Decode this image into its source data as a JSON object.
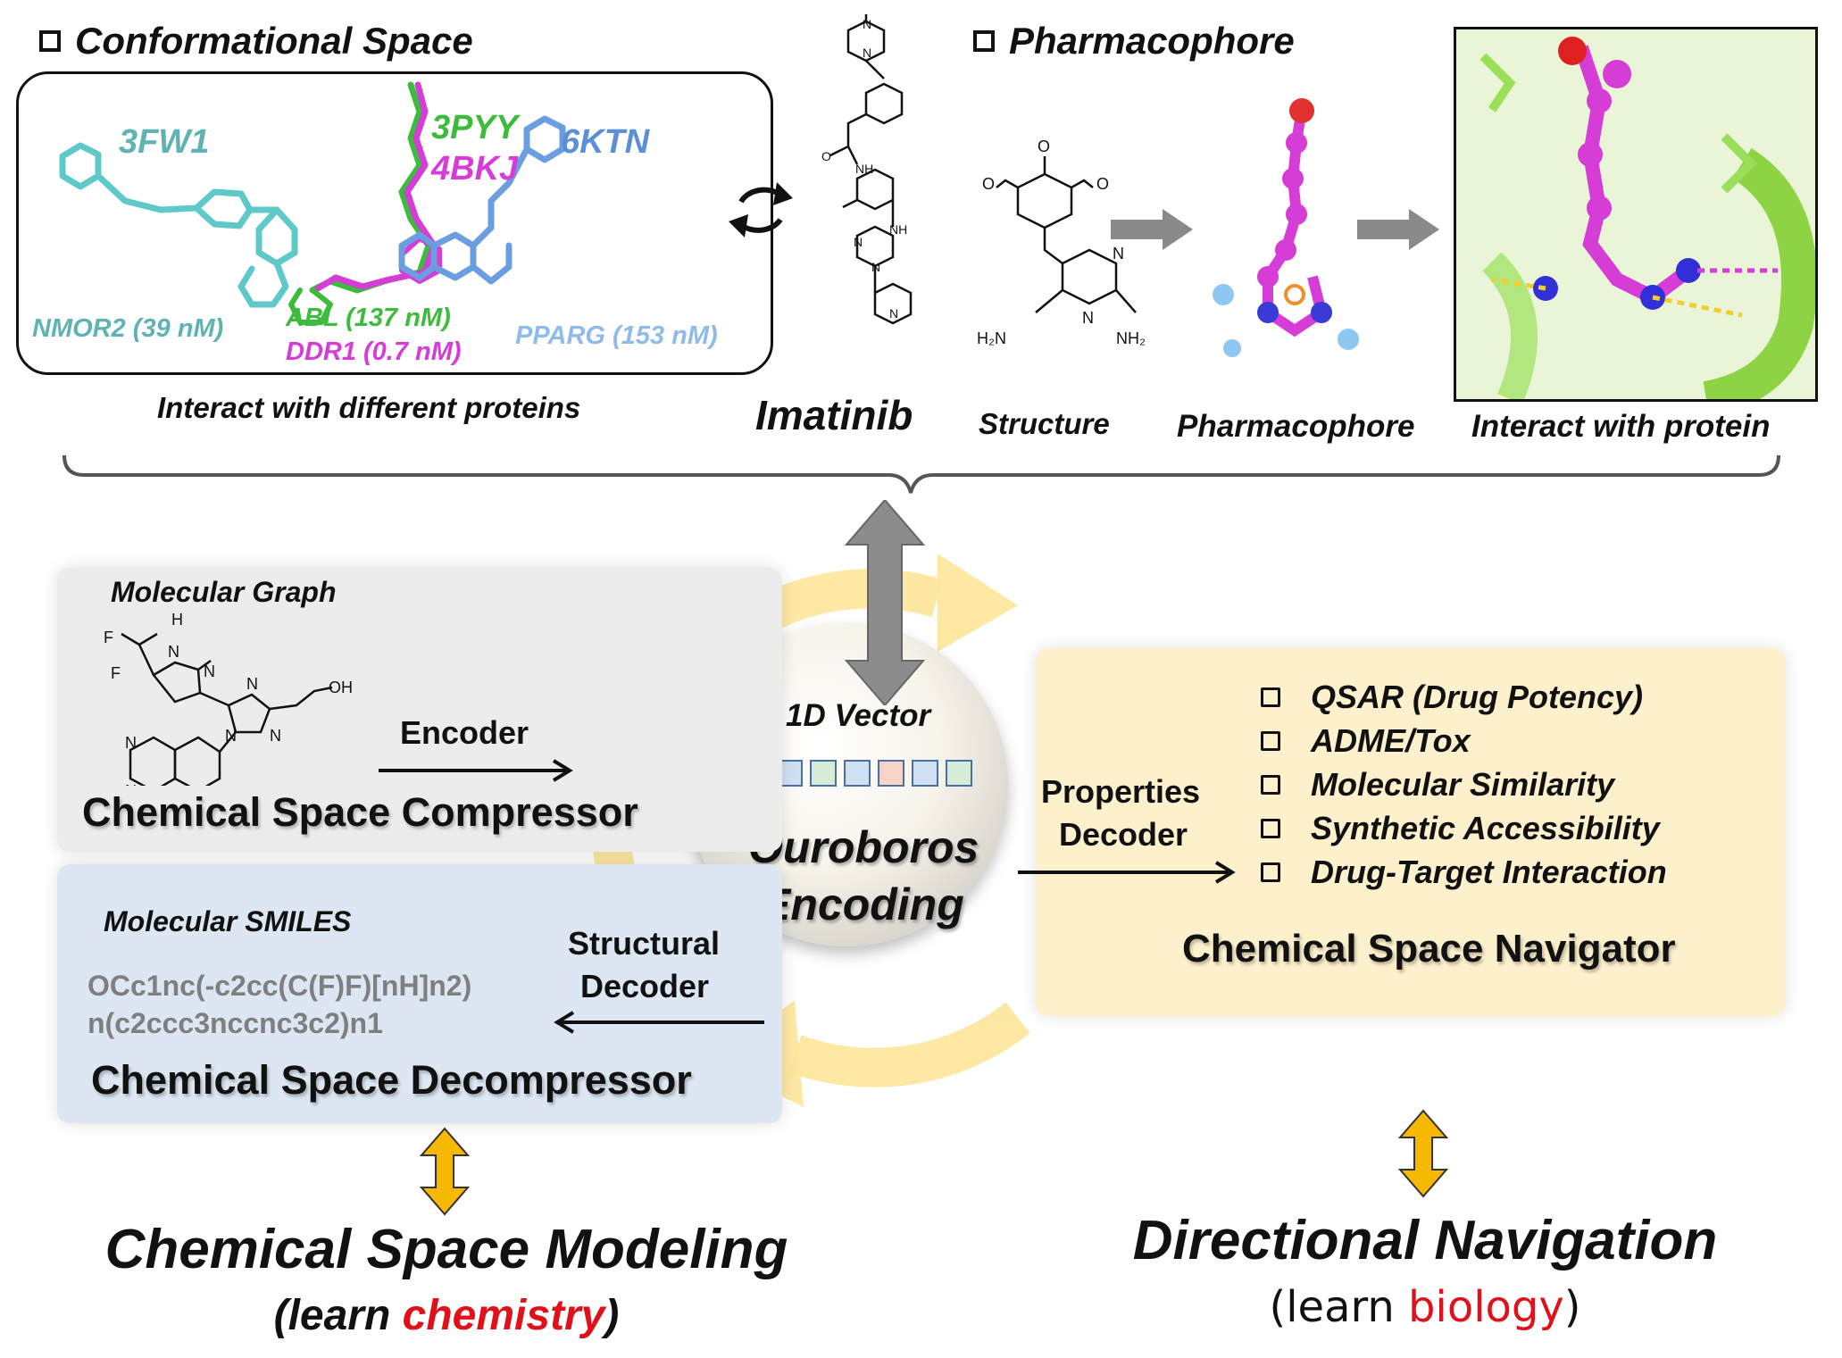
{
  "top": {
    "conformational_space": {
      "heading": "Conformational Space",
      "structures": [
        {
          "pdb": "3FW1",
          "affinity": "NMOR2 (39 nM)",
          "color": "#5fb3b3",
          "aff_color": "#5fb3b3"
        },
        {
          "pdb": "3PYY",
          "affinity": "ABL (137 nM)",
          "color": "#3dbb3d",
          "aff_color": "#3dbb3d"
        },
        {
          "pdb": "4BKJ",
          "affinity": "DDR1 (0.7 nM)",
          "color": "#d63cd6",
          "aff_color": "#d63cd6"
        },
        {
          "pdb": "6KTN",
          "affinity": "PPARG (153 nM)",
          "color": "#5b8fd6",
          "aff_color": "#8fbbe8"
        }
      ],
      "caption": "Interact with different proteins"
    },
    "imatinib": {
      "caption": "Imatinib",
      "atom_labels": [
        "N",
        "N",
        "O",
        "NH",
        "NH",
        "N",
        "N",
        "N"
      ]
    },
    "pharmacophore": {
      "heading": "Pharmacophore",
      "structure_caption": "Structure",
      "pharmacophore_caption": "Pharmacophore",
      "interaction_caption": "Interact with protein",
      "structure_labels": {
        "o1": "O",
        "o2": "O",
        "o3": "O",
        "n1": "N",
        "n2": "N",
        "nh2_left": "H₂N",
        "nh2_right": "NH₂"
      }
    }
  },
  "center": {
    "vector_label": "1D Vector",
    "vector_cells": [
      "#f6d5c8",
      "#cfe0f2",
      "#cfe0f2",
      "#d6ecd6",
      "#cfe0f2",
      "#f6d5c8",
      "#cfe0f2",
      "#d6ecd6"
    ],
    "core_line1": "Ouroboros",
    "core_line2": "Encoding"
  },
  "compressor": {
    "subtitle": "Molecular Graph",
    "arrow_label": "Encoder",
    "title": "Chemical Space Compressor",
    "mol_labels": {
      "f1": "F",
      "f2": "F",
      "nh": "H",
      "n_pz": "N",
      "n_pz2": "N",
      "n_tr1": "N",
      "n_tr2": "N",
      "n_tr3": "N",
      "oh": "OH",
      "n_q1": "N",
      "n_q2": "N"
    }
  },
  "decompressor": {
    "subtitle": "Molecular SMILES",
    "smiles_line1": "OCc1nc(-c2cc(C(F)F)[nH]n2)",
    "smiles_line2": "n(c2ccc3nccnc3c2)n1",
    "arrow_label_line1": "Structural",
    "arrow_label_line2": "Decoder",
    "title": "Chemical Space Decompressor"
  },
  "navigator": {
    "arrow_label_line1": "Properties",
    "arrow_label_line2": "Decoder",
    "properties": [
      "QSAR (Drug Potency)",
      "ADME/Tox",
      "Molecular  Similarity",
      "Synthetic Accessibility",
      "Drug-Target Interaction"
    ],
    "title": "Chemical Space Navigator"
  },
  "bottom": {
    "left_title": "Chemical Space Modeling",
    "left_learn_prefix": "(learn ",
    "left_learn_word": "chemistry",
    "left_learn_suffix": ")",
    "right_title": "Directional Navigation",
    "right_learn_prefix": "(learn ",
    "right_learn_word": "biology",
    "right_learn_suffix": ")"
  }
}
